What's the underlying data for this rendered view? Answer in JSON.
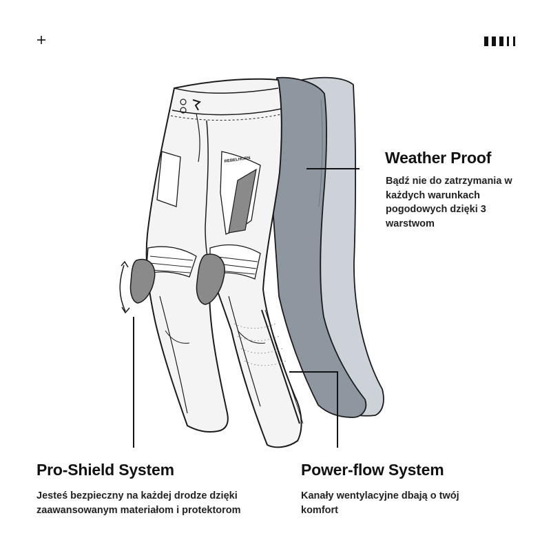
{
  "corner": {
    "plus_icon": "plus-icon",
    "bars_icon": "vertical-bars-icon"
  },
  "illustration": {
    "brand_label": "REBELHORN",
    "outer_layer_color": "#f4f4f4",
    "middle_layer_color": "#8e96a0",
    "inner_layer_color": "#cdd2d9",
    "knee_protector_color": "#8a8a8a",
    "line_color": "#1a1a1a"
  },
  "features": {
    "weather_proof": {
      "title": "Weather Proof",
      "description": "Bądź nie do zatrzymania w każdych warunkach pogodowych dzięki 3 warstwom"
    },
    "pro_shield": {
      "title": "Pro-Shield System",
      "description": "Jesteś bezpieczny na każdej drodze dzięki zaawansowanym materiałom i protektorom"
    },
    "power_flow": {
      "title": "Power-flow System",
      "description": "Kanały wentylacyjne dbają o twój komfort"
    }
  }
}
